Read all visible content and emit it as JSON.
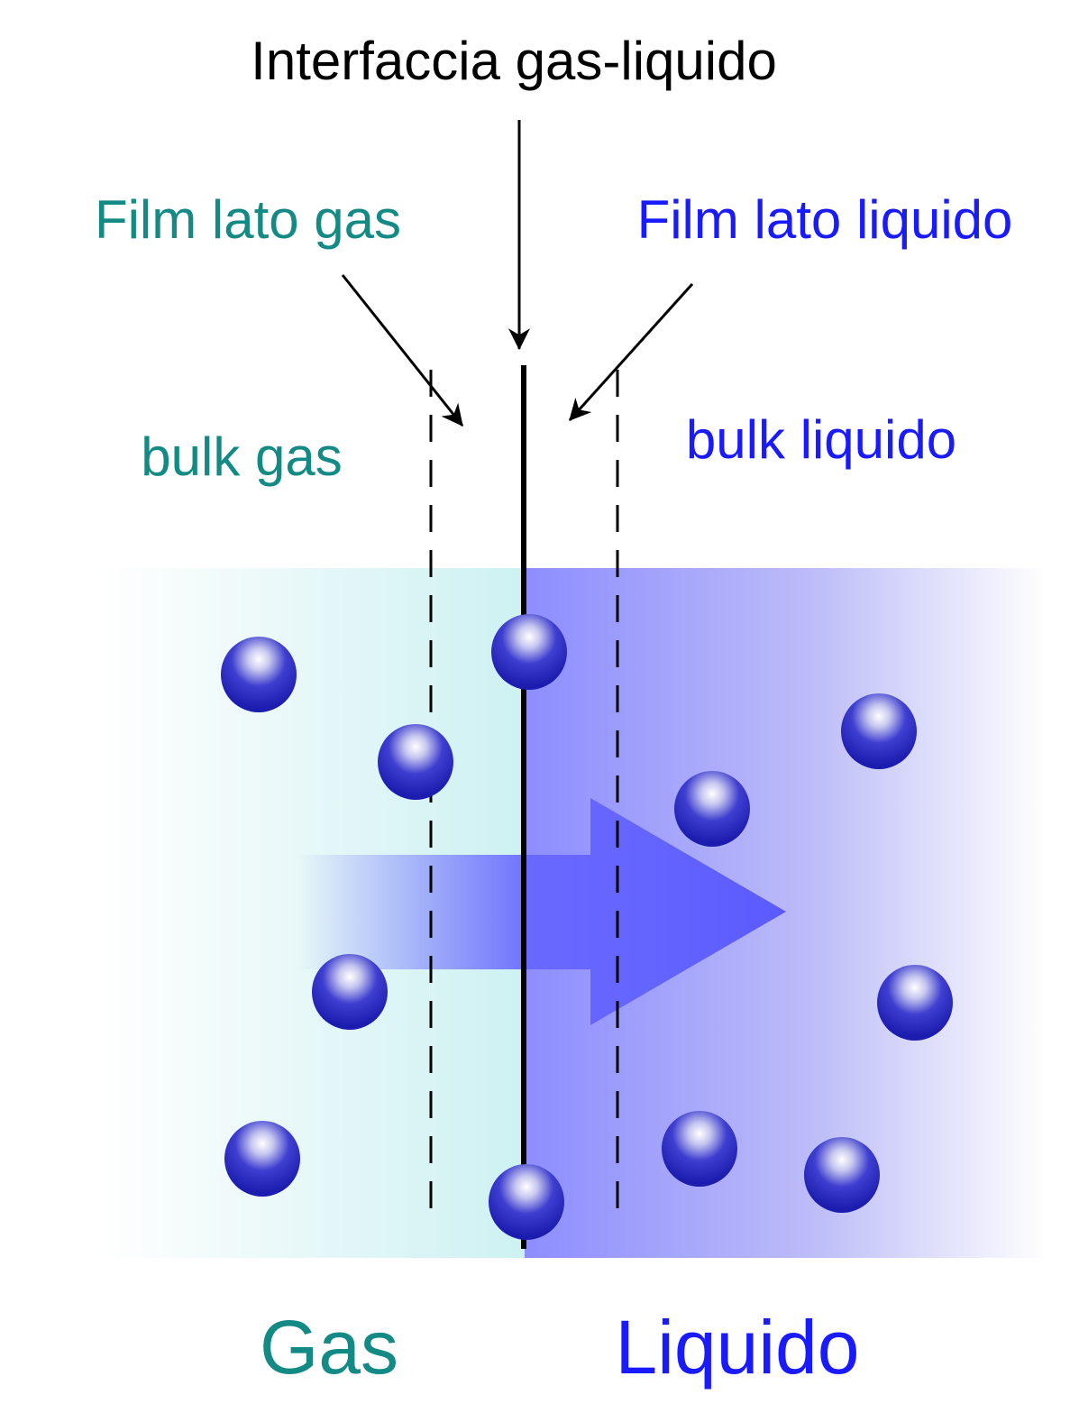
{
  "labels": {
    "interface": "Interfaccia gas-liquido",
    "gas_film": "Film lato gas",
    "liquid_film": "Film lato liquido",
    "bulk_gas": "bulk gas",
    "bulk_liquid": "bulk liquido",
    "gas_phase": "Gas",
    "liquid_phase": "Liquido"
  },
  "colors": {
    "gas_text": "#148a85",
    "liquid_text": "#1a1aff",
    "gas_region": "#c8f2f2",
    "liquid_region": "#8c8cff",
    "transfer_arrow": "#5b5bff",
    "molecule": "#2323b8",
    "line": "#000000"
  }
}
